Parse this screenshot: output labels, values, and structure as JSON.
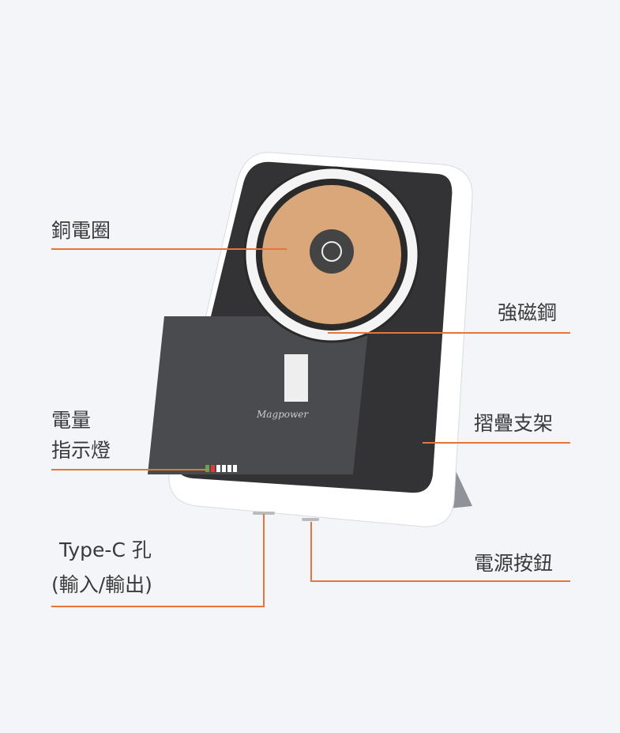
{
  "labels": {
    "copper_coil": "銅電圈",
    "magnet": "強磁鋼",
    "battery_indicator_line1": "電量",
    "battery_indicator_line2": "指示燈",
    "stand": "摺疊支架",
    "typec_line1": "Type-C 孔",
    "typec_line2": "(輸入/輸出)",
    "power_button": "電源按鈕"
  },
  "device": {
    "brand_logo": "Magpower"
  },
  "colors": {
    "background": "#f3f5f9",
    "callout_line": "#e8743b",
    "coil": "#d9a77a",
    "screen": "#3a3a3c"
  }
}
